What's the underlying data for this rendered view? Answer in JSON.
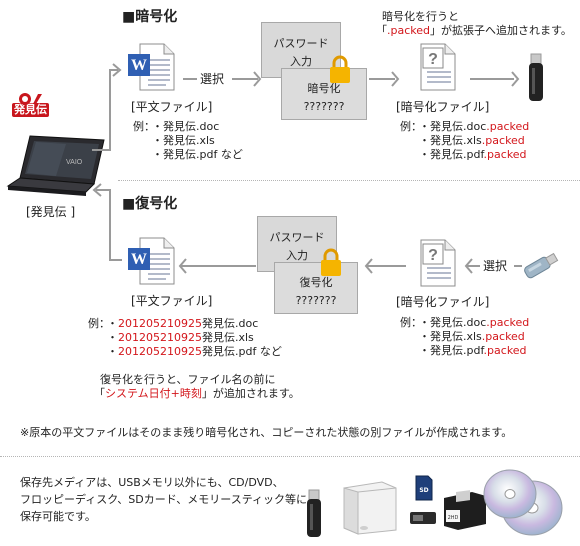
{
  "encrypt": {
    "heading": "■暗号化",
    "plain_file_label": "[平文ファイル]",
    "examples_prefix": "例：",
    "examples": [
      "・発見伝.doc",
      "・発見伝.xls",
      "・発見伝.pdf など"
    ],
    "select_label": "選択",
    "password_box": [
      "パスワード",
      "入力"
    ],
    "encrypt_box": [
      "暗号化",
      "???????"
    ],
    "note_line1": "暗号化を行うと",
    "note_bracket_open": "「",
    "note_ext": ".packed",
    "note_bracket_close": "」が拡張子へ追加されます。",
    "enc_file_label": "[暗号化ファイル]",
    "enc_examples": [
      {
        "base": "・発見伝.doc",
        "ext": ".packed"
      },
      {
        "base": "・発見伝.xls",
        "ext": ".packed"
      },
      {
        "base": "・発見伝.pdf",
        "ext": ".packed"
      }
    ]
  },
  "app": {
    "logo_text": "発見伝",
    "label": "[発見伝 ]"
  },
  "decrypt": {
    "heading": "■復号化",
    "plain_file_label": "[平文ファイル]",
    "examples_prefix": "例：",
    "examples": [
      {
        "dot": "・",
        "date": "201205210925",
        "name": "発見伝.doc"
      },
      {
        "dot": "・",
        "date": "201205210925",
        "name": "発見伝.xls"
      },
      {
        "dot": "・",
        "date": "201205210925",
        "name": "発見伝.pdf など"
      }
    ],
    "password_box": [
      "パスワード",
      "入力"
    ],
    "decrypt_box": [
      "復号化",
      "???????"
    ],
    "select_label": "選択",
    "enc_file_label": "[暗号化ファイル]",
    "enc_examples": [
      {
        "base": "・発見伝.doc",
        "ext": ".packed"
      },
      {
        "base": "・発見伝.xls",
        "ext": ".packed"
      },
      {
        "base": "・発見伝.pdf",
        "ext": ".packed"
      }
    ],
    "note_line1": "復号化を行うと、ファイル名の前に",
    "note_bracket_open": "「",
    "note_highlight": "システム日付+時刻",
    "note_bracket_close": "」が追加されます。"
  },
  "footnote": "※原本の平文ファイルはそのまま残り暗号化され、コピーされた状態の別ファイルが作成されます。",
  "media": {
    "lines": [
      "保存先メディアは、USBメモリ以外にも、CD/DVD、",
      "フロッピーディスク、SDカード、メモリースティック等に",
      "保存可能です。"
    ],
    "sd_label": "SD",
    "floppy_label": "2HD"
  }
}
